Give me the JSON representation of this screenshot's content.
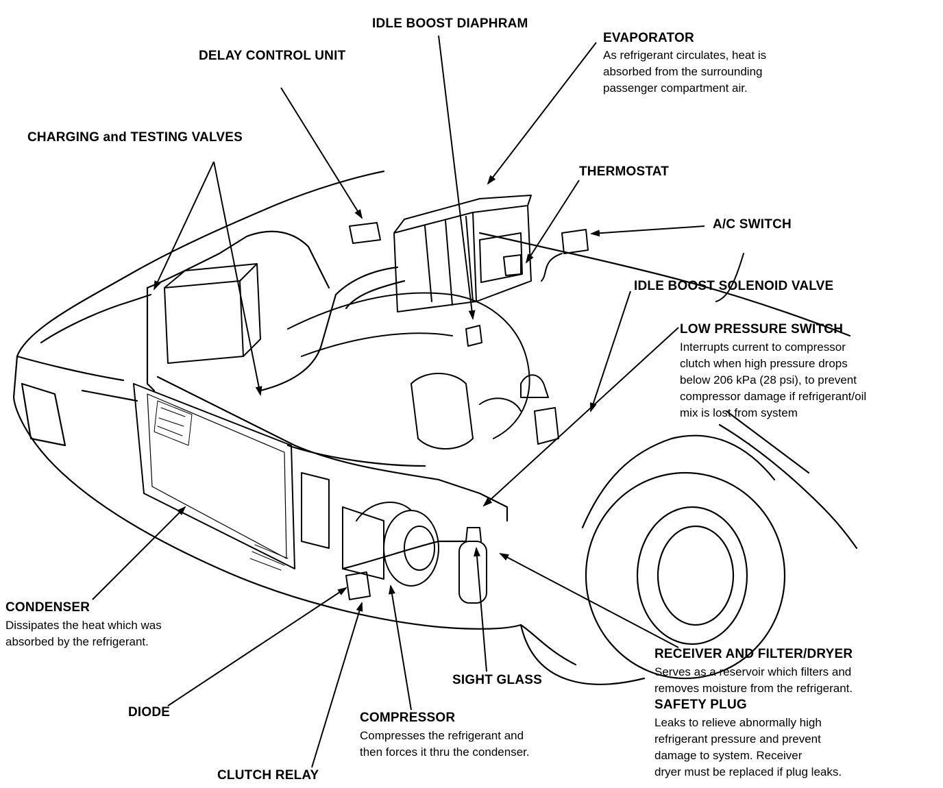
{
  "labels": {
    "idle_boost_diaphram": "IDLE BOOST DIAPHRAM",
    "evaporator": "EVAPORATOR",
    "delay_control_unit": "DELAY CONTROL UNIT",
    "charging_testing_valves": "CHARGING and TESTING VALVES",
    "thermostat": "THERMOSTAT",
    "ac_switch": "A/C SWITCH",
    "idle_boost_solenoid_valve": "IDLE BOOST SOLENOID VALVE",
    "low_pressure_switch": "LOW PRESSURE SWITCH",
    "condenser": "CONDENSER",
    "receiver_filter_dryer": "RECEIVER AND FILTER/DRYER",
    "safety_plug": "SAFETY PLUG",
    "sight_glass": "SIGHT GLASS",
    "diode": "DIODE",
    "compressor": "COMPRESSOR",
    "clutch_relay": "CLUTCH RELAY"
  },
  "descriptions": {
    "evaporator": [
      "As refrigerant circulates, heat is",
      "absorbed from the surrounding",
      "passenger compartment air."
    ],
    "low_pressure_switch": [
      "Interrupts current to compressor",
      "clutch when high pressure drops",
      "below 206 kPa (28 psi), to prevent",
      "compressor damage if refrigerant/oil",
      "mix is lost from system"
    ],
    "condenser": [
      "Dissipates the heat which was",
      "absorbed by the refrigerant."
    ],
    "receiver_filter_dryer": [
      "Serves as a reservoir which filters and",
      "removes moisture from the refrigerant."
    ],
    "safety_plug": [
      "Leaks to relieve abnormally high",
      "refrigerant pressure and prevent",
      "damage to system. Receiver",
      "dryer must be replaced if plug leaks."
    ],
    "compressor": [
      "Compresses the refrigerant and",
      "then forces it thru the condenser."
    ]
  }
}
